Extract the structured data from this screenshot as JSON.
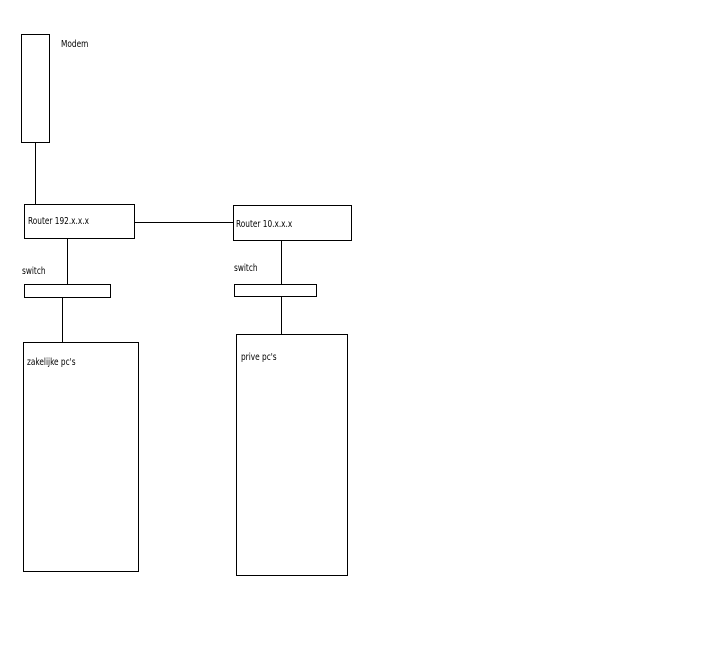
{
  "diagram": {
    "modem_label": "Modem",
    "router_left_label": "Router 192.x.x.x",
    "router_right_label": "Router 10.x.x.x",
    "switch_left_label": "switch",
    "switch_right_label": "switch",
    "pcs_left_label": "zakelijke pc's",
    "pcs_right_label": "prive pc's",
    "colors": {
      "line": "#000000",
      "background": "#ffffff"
    }
  }
}
